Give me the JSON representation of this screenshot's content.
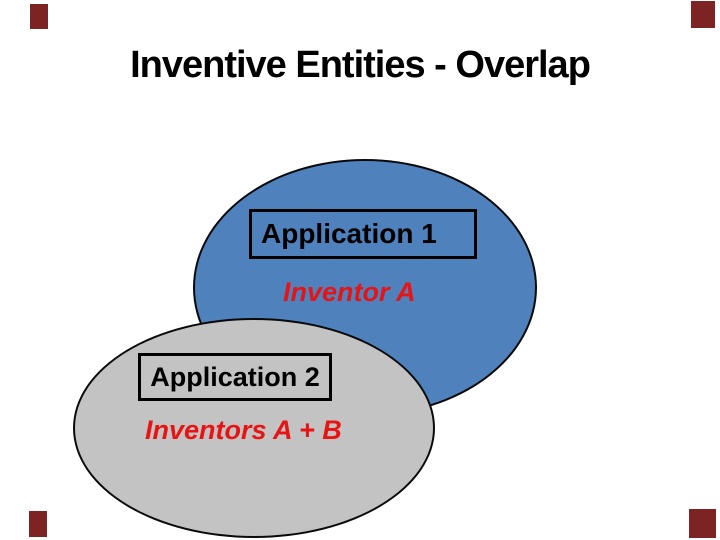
{
  "slide": {
    "title": "Inventive Entities - Overlap"
  },
  "diagram": {
    "set1": {
      "box_label": "Application 1",
      "inventors_label": "Inventor A"
    },
    "set2": {
      "box_label": "Application 2",
      "inventors_label": "Inventors A + B"
    }
  },
  "colors": {
    "background": "#ffffff",
    "title_text": "#000000",
    "set1_fill": "#4f81bd",
    "set2_fill": "#c3c3c3",
    "shape_outline": "#0a0a0a",
    "label_box_border": "#000000",
    "label_box_text": "#000000",
    "inventor_text": "#e81414",
    "corner_marker": "#7e2323"
  },
  "corner_markers": {
    "count": 4,
    "positions": [
      "top-left",
      "top-right",
      "bottom-left",
      "bottom-right"
    ]
  }
}
